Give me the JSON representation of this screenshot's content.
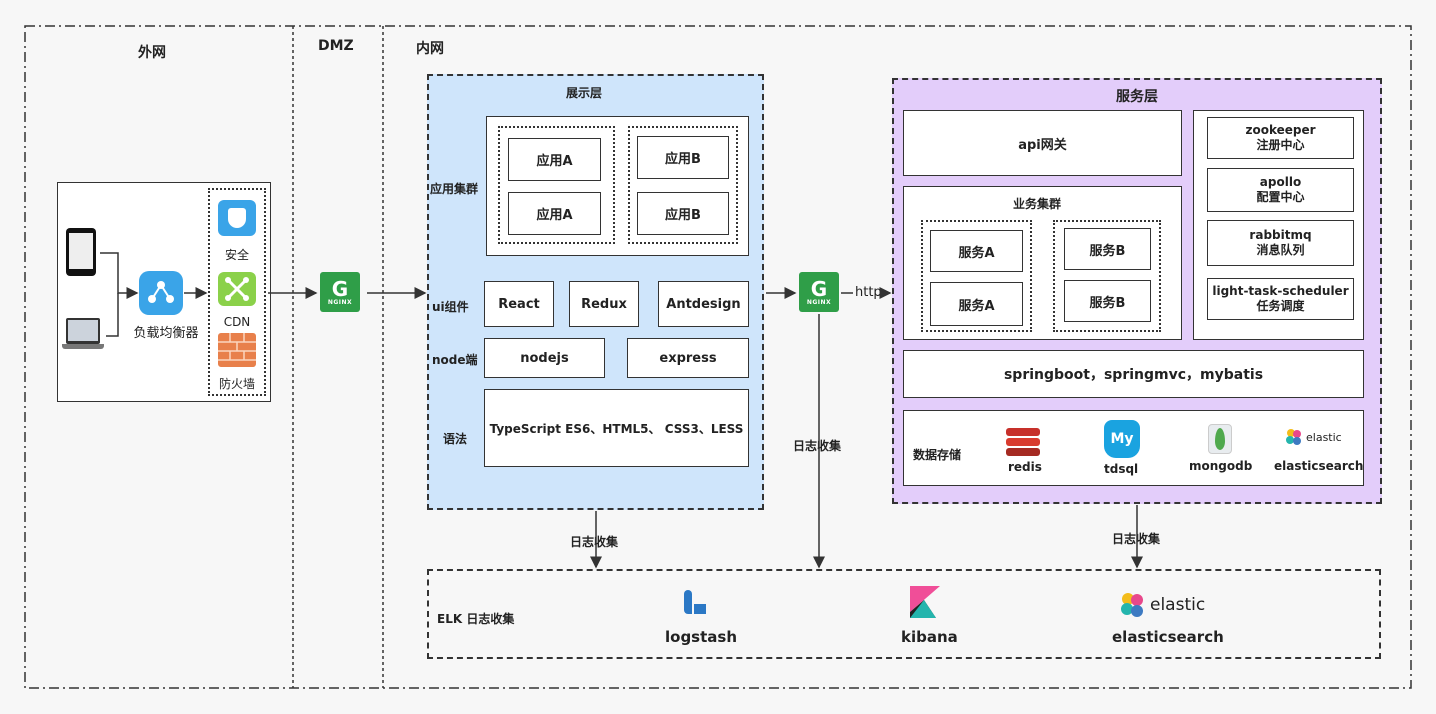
{
  "zones": {
    "outer": "外网",
    "dmz": "DMZ",
    "inner": "内网"
  },
  "client": {
    "load_balancer": "负载均衡器",
    "security": "安全",
    "cdn": "CDN",
    "firewall": "防火墙"
  },
  "presentation": {
    "title": "展示层",
    "app_cluster_label": "应用集群",
    "apps": [
      "应用A",
      "应用A",
      "应用B",
      "应用B"
    ],
    "ui_label": "ui组件",
    "ui_items": [
      "React",
      "Redux",
      "Antdesign"
    ],
    "node_label": "node端",
    "node_items": [
      "nodejs",
      "express"
    ],
    "syntax_label": "语法",
    "syntax_text": "TypeScript ES6、HTML5、 CSS3、LESS"
  },
  "http_label": "http",
  "service": {
    "title": "服务层",
    "gateway": "api网关",
    "cluster_title": "业务集群",
    "services": [
      "服务A",
      "服务A",
      "服务B",
      "服务B"
    ],
    "components": [
      {
        "name": "zookeeper",
        "desc": "注册中心"
      },
      {
        "name": "apollo",
        "desc": "配置中心"
      },
      {
        "name": "rabbitmq",
        "desc": "消息队列"
      },
      {
        "name": "light-task-scheduler",
        "desc": "任务调度"
      }
    ],
    "frameworks": "springboot，springmvc，mybatis",
    "storage_label": "数据存储",
    "storage": {
      "redis": "redis",
      "tdsql": "tdsql",
      "tdsql_logo": "My",
      "mongodb": "mongodb",
      "elasticsearch": "elasticsearch",
      "elastic_logo": "elastic"
    }
  },
  "log_labels": {
    "left": "日志收集",
    "middle": "日志收集",
    "right": "日志收集"
  },
  "elk": {
    "title": "ELK 日志收集",
    "logstash": "logstash",
    "kibana": "kibana",
    "elasticsearch": "elasticsearch",
    "elastic_logo": "elastic"
  },
  "nginx_text": "NGINX",
  "nginx_glyph": "G"
}
